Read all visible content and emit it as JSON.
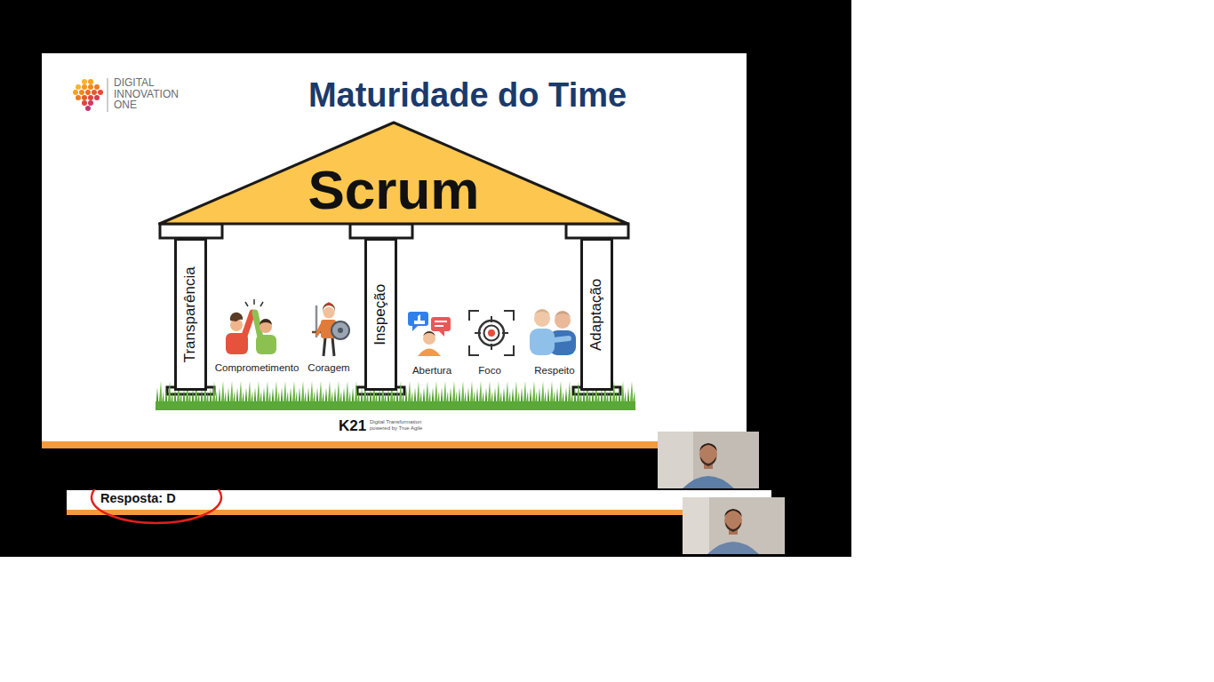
{
  "diagram": {
    "title": "Maturidade do Time",
    "nodes": [
      {
        "text": [
          "Scrum"
        ]
      },
      {
        "text": [
          "Transparência"
        ]
      },
      {
        "text": [
          "Inspeção"
        ]
      },
      {
        "text": [
          "Adaptação"
        ]
      }
    ],
    "labels": [
      "DIGITAL INNOVATION ONE",
      "Comprometimento",
      "Coragem",
      "Abertura",
      "Foco",
      "Respeito",
      "K21",
      "Digital Transformation powered by True Agile",
      "Resposta: D"
    ]
  }
}
